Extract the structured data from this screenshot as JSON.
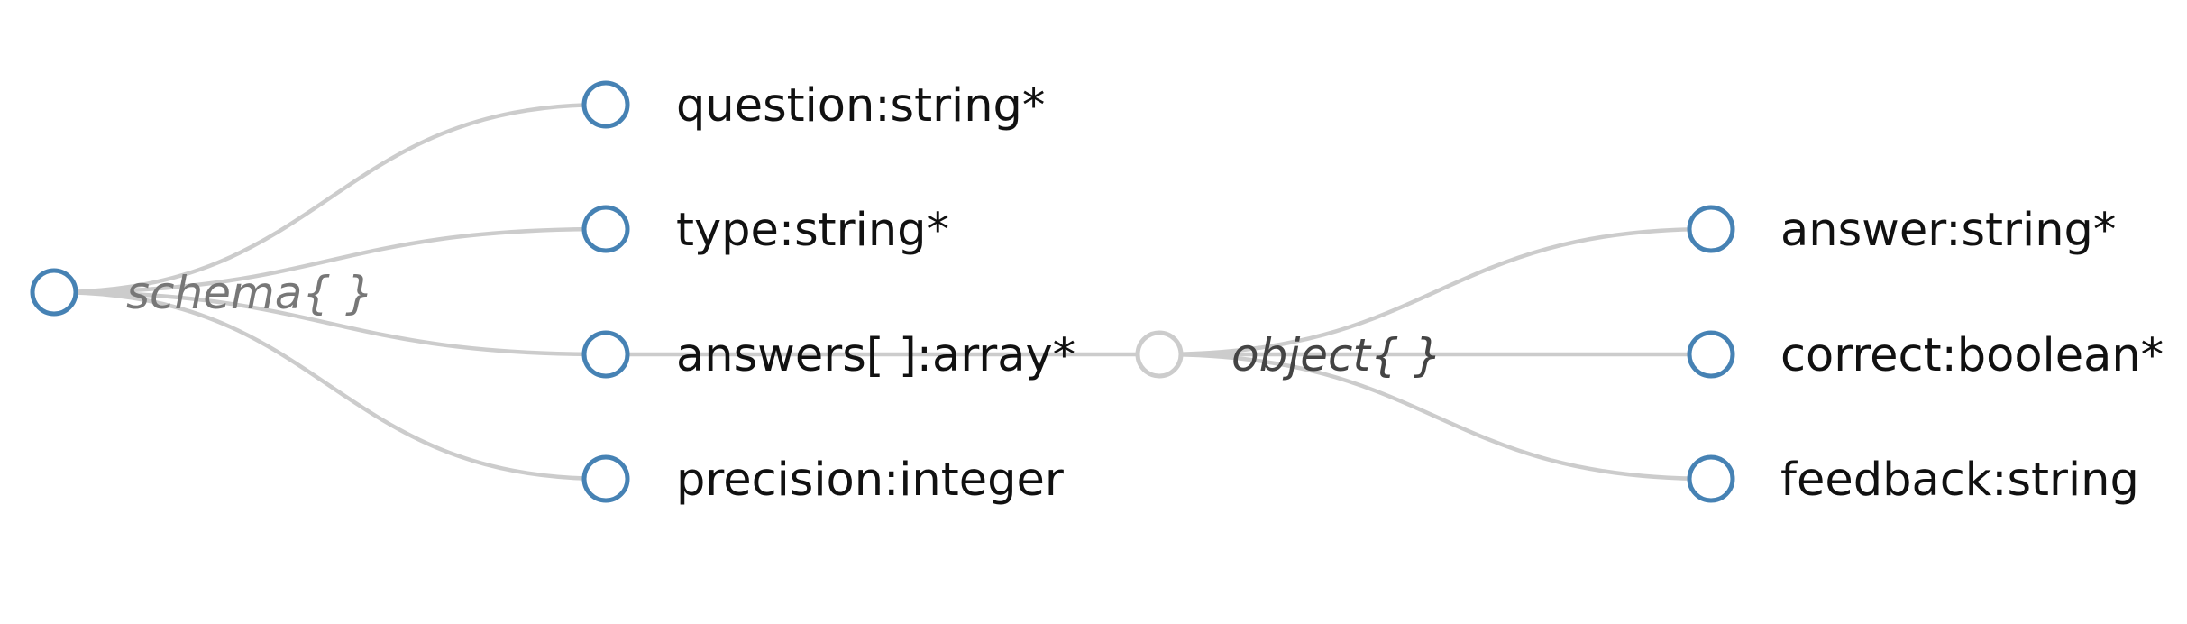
{
  "colors": {
    "node_stroke": "#4682b4",
    "object_node_stroke": "#cccccc",
    "link": "#cccccc",
    "root_label": "#777777",
    "object_label": "#444444",
    "text": "#111111"
  },
  "tree": {
    "root": {
      "label": "schema{ }"
    },
    "properties": [
      {
        "label": "question:string*"
      },
      {
        "label": "type:string*"
      },
      {
        "label": "answers[ ]:array*"
      },
      {
        "label": "precision:integer"
      }
    ],
    "array_item": {
      "label": "object{ }"
    },
    "item_properties": [
      {
        "label": "answer:string*"
      },
      {
        "label": "correct:boolean*"
      },
      {
        "label": "feedback:string"
      }
    ]
  }
}
